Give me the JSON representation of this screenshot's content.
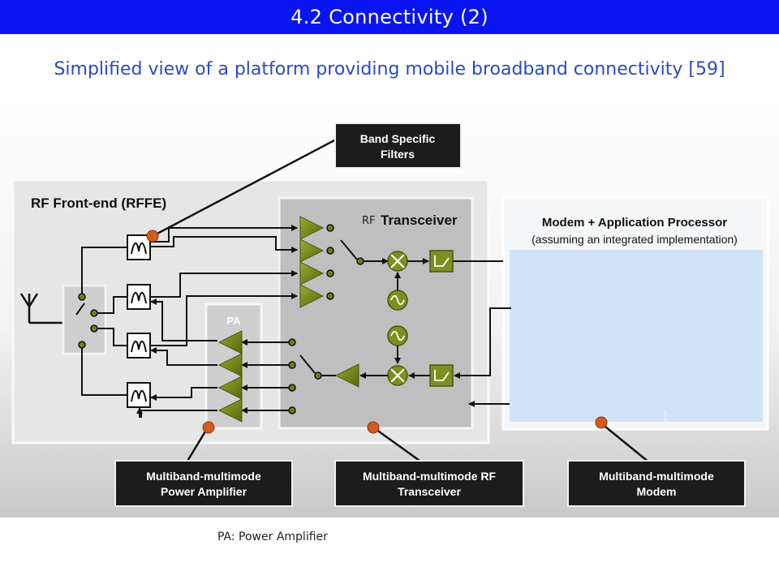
{
  "header": {
    "title": "4.2 Connectivity (2)"
  },
  "subtitle": "Simplified view of a platform providing mobile broadband connectivity [59]",
  "diagram": {
    "rffe_label": "RF Front-end (RFFE)",
    "transceiver_prefix": "RF",
    "transceiver_label": "Transceiver",
    "pa_label": "PA",
    "modem_title": "Modem + Application Processor",
    "modem_subtitle": "(assuming an integrated implementation)",
    "callouts": {
      "filters_line1": "Band Specific",
      "filters_line2": "Filters",
      "pa_line1": "Multiband-multimode",
      "pa_line2": "Power Amplifier",
      "trx_line1": "Multiband-multimode RF",
      "trx_line2": "Transceiver",
      "modem_line1": "Multiband-multimode",
      "modem_line2": "Modem"
    }
  },
  "footnote": "PA: Power Amplifier",
  "colors": {
    "title_bar": "#0a14f0",
    "subtitle": "#2a4bc0",
    "callout_dot": "#d45a1e",
    "amp_green": "#6e7f1a",
    "modem_blue": "#cfe2f6"
  }
}
